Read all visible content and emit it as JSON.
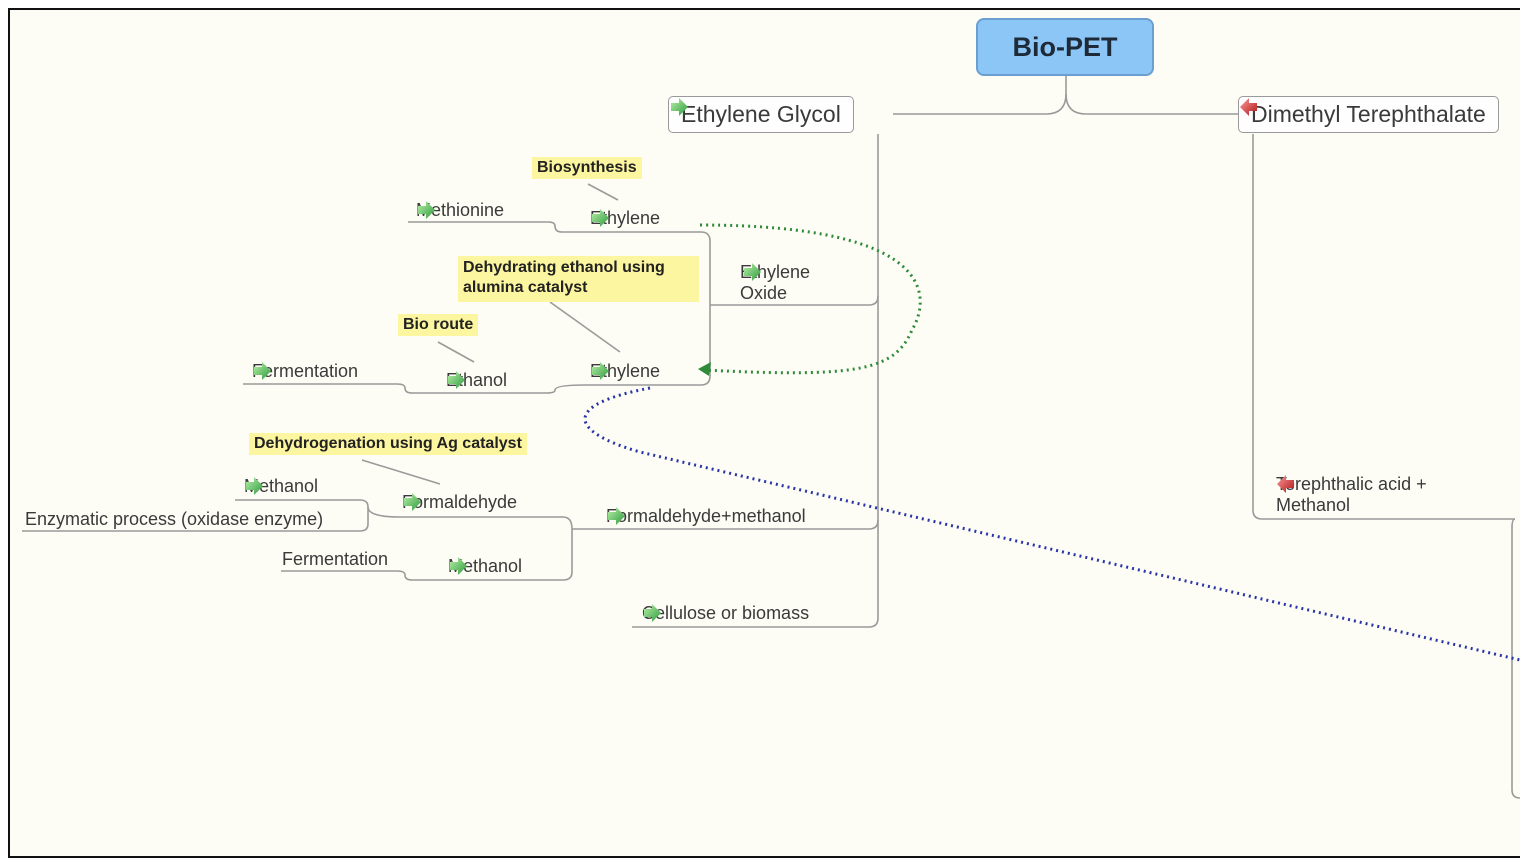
{
  "root": {
    "label": "Bio-PET"
  },
  "branches": {
    "eg": {
      "label": "Ethylene Glycol",
      "icon": "green-arrow-icon"
    },
    "dmt": {
      "label": "Dimethyl Terephthalate",
      "icon": "red-arrow-icon"
    }
  },
  "nodes": {
    "eo": {
      "label": "Ethylene Oxide",
      "icon": "green-arrow-icon"
    },
    "ethylene_top": {
      "label": "Ethylene",
      "icon": "green-arrow-icon"
    },
    "methionine": {
      "label": "Methionine",
      "icon": "green-arrow-icon"
    },
    "ethylene_mid": {
      "label": "Ethylene",
      "icon": "green-arrow-icon"
    },
    "ethanol": {
      "label": "Ethanol",
      "icon": "green-arrow-icon"
    },
    "fermentation1": {
      "label": "Fermentation",
      "icon": "green-arrow-icon"
    },
    "fm": {
      "label": "Formaldehyde+methanol",
      "icon": "green-arrow-icon"
    },
    "formaldehyde": {
      "label": "Formaldehyde",
      "icon": "green-arrow-icon"
    },
    "methanol1": {
      "label": "Methanol",
      "icon": "green-arrow-icon"
    },
    "enzymatic": {
      "label": "Enzymatic process (oxidase enzyme)"
    },
    "methanol2": {
      "label": "Methanol",
      "icon": "green-arrow-icon"
    },
    "fermentation2": {
      "label": "Fermentation"
    },
    "cellulose": {
      "label": "Cellulose or biomass",
      "icon": "green-arrow-icon"
    },
    "ta_methanol": {
      "label": "Terephthalic acid + Methanol",
      "icon": "red-arrow-icon"
    }
  },
  "callouts": {
    "biosynthesis": "Biosynthesis",
    "dehydrating": "Dehydrating ethanol using alumina catalyst",
    "bio_route": "Bio route",
    "dehydrogenation": "Dehydrogenation using Ag catalyst"
  },
  "colors": {
    "central_fill": "#8cc6f7",
    "callout_fill": "#fdf6a0",
    "green_link": "#2e8b3a",
    "blue_link": "#2a35a8",
    "line": "#9a9a9a"
  }
}
